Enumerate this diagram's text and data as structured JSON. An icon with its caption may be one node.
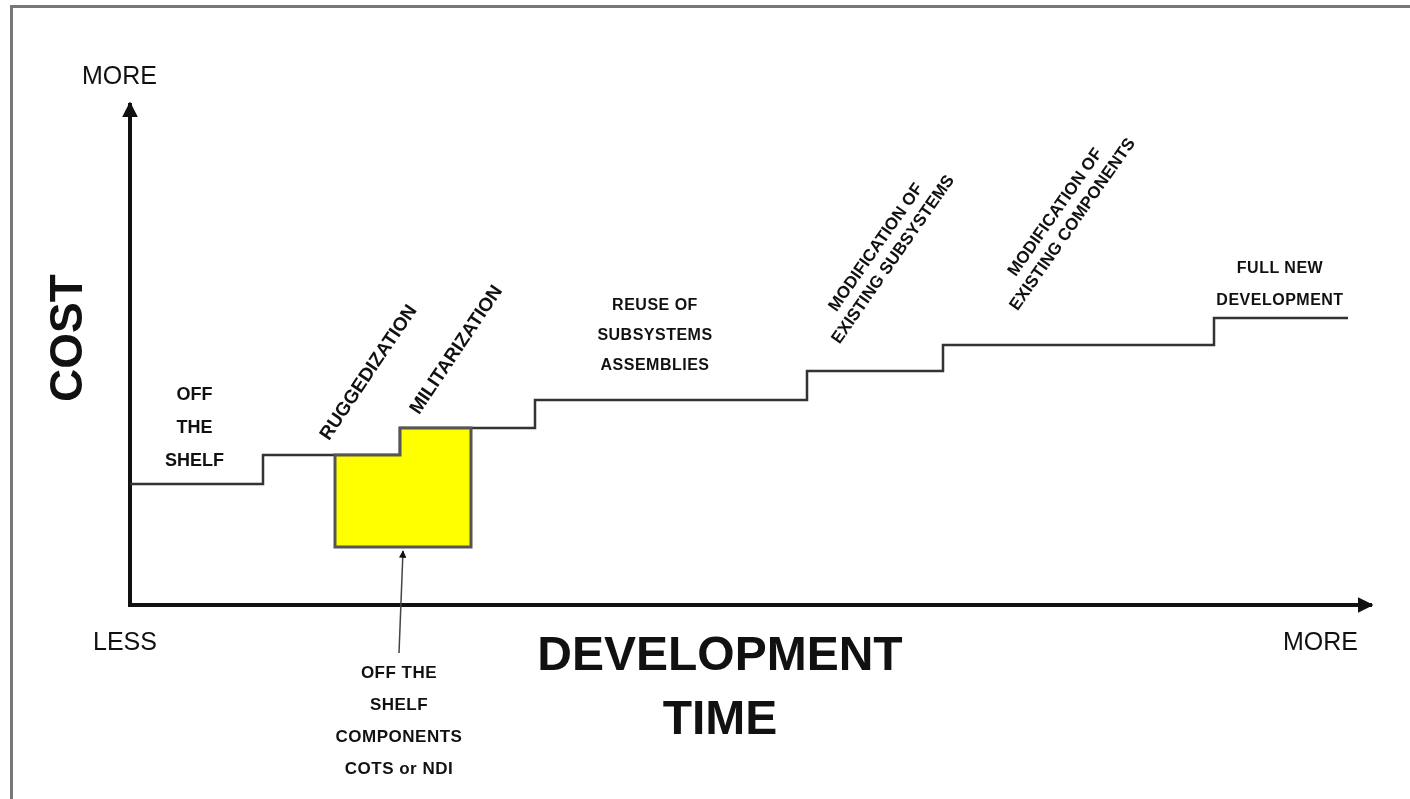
{
  "diagram": {
    "nodes": [
      {
        "text": [],
        "shape": "box"
      },
      {
        "text": [
          "OFF THE SHELF COMPONENTS COTS or NDI"
        ]
      }
    ],
    "edges": [
      {
        "from": 1,
        "to": 0,
        "arrow": "to"
      }
    ],
    "labels": [
      "MORE",
      "COST",
      "OFF THE SHELF",
      "RUGGEDIZATION",
      "MILITARIZATION",
      "REUSE OF SUBSYSTEMS ASSEMBLIES",
      "MODIFICATION OF EXISTING SUBSYSTEMS",
      "MODIFICATION OF EXISTING COMPONENTS",
      "FULL NEW DEVELOPMENT",
      "LESS",
      "DEVELOPMENT TIME",
      "MORE"
    ]
  }
}
